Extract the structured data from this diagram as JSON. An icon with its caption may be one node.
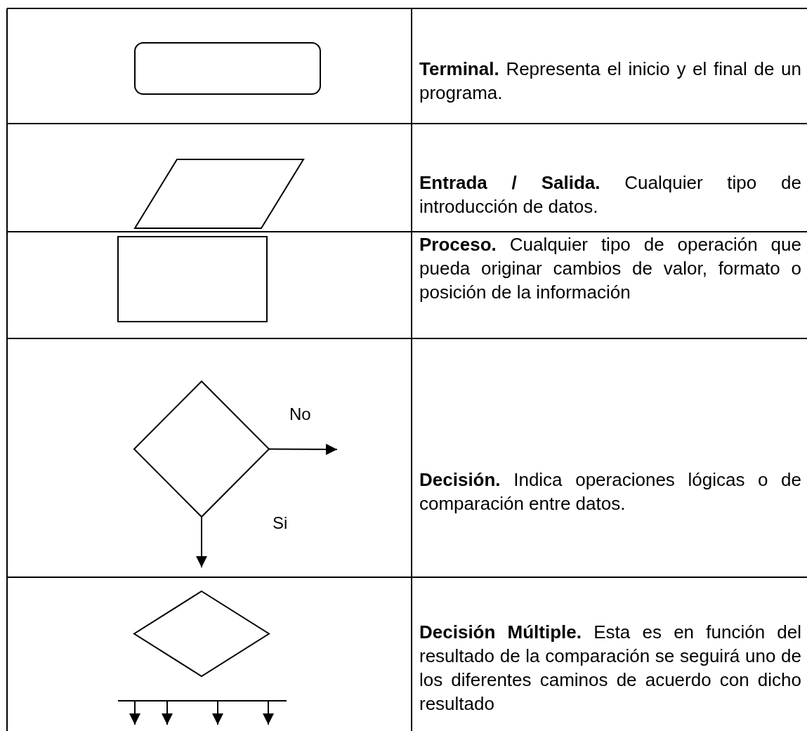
{
  "diagram": {
    "nodes": [
      {
        "text": [],
        "shape": "box"
      },
      {
        "text": [],
        "shape": "parallelogram"
      },
      {
        "text": [],
        "shape": "box"
      },
      {
        "text": [],
        "shape": "diamond"
      },
      {
        "text": [],
        "shape": "diamond"
      },
      {
        "text": [],
        "shape": "bar"
      }
    ],
    "edges": [
      {
        "from": 3,
        "to": null,
        "arrow": "to",
        "label": "No"
      },
      {
        "from": 3,
        "to": null,
        "arrow": "to",
        "label": "Si"
      },
      {
        "from": 5,
        "to": null,
        "arrow": "to"
      },
      {
        "from": 5,
        "to": null,
        "arrow": "to"
      },
      {
        "from": 5,
        "to": null,
        "arrow": "to"
      },
      {
        "from": 5,
        "to": null,
        "arrow": "to"
      }
    ],
    "labels": [
      "**Terminal.** Representa el inicio y el final de un programa.",
      "**Entrada / Salida.** Cualquier tipo de introducción de datos.",
      "**Proceso.** Cualquier tipo de operación que pueda originar cambios de valor, formato o posición de la información",
      "**Decisión.** Indica operaciones lógicas o de comparación entre datos.",
      "**Decisión Múltiple.** Esta es en función del resultado de la comparación se seguirá uno de los diferentes caminos de acuerdo con dicho resultado"
    ]
  }
}
